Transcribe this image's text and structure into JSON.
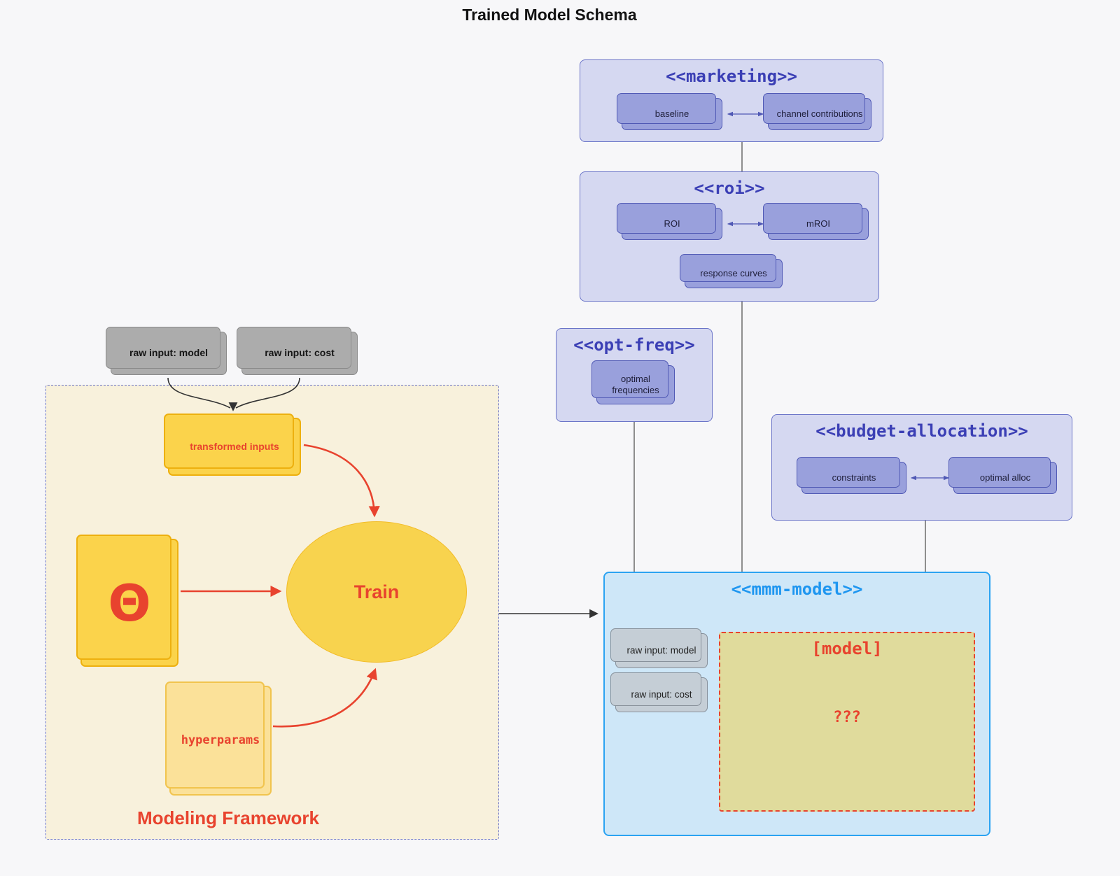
{
  "title": "Trained Model Schema",
  "colors": {
    "background": "#f7f7f9",
    "container_purple_bg": "#d5d8f1",
    "container_purple_border": "#6a74c8",
    "container_title_text": "#3b3fb5",
    "node_purple_bg": "#99a0dc",
    "node_purple_border": "#5059b5",
    "mmm_bg": "#cee7f8",
    "mmm_border": "#2ba3f2",
    "mmm_title_text": "#1e96f0",
    "framework_bg": "#f8f1dc",
    "framework_border": "#6a74c8",
    "gold_node_bg": "#fbd34b",
    "gold_node_border": "#edb00f",
    "gold_light_bg": "#fbe199",
    "gold_light_border": "#f1c44e",
    "gray_node_bg": "#acacac",
    "steel_node_bg": "#c5ced6",
    "model_box_bg": "#e0db9c",
    "accent_red": "#e8432e",
    "connector_gray": "#555555"
  },
  "containers": {
    "marketing": {
      "title": "<<marketing>>",
      "nodes": {
        "baseline": "baseline",
        "channel_contributions": "channel contributions"
      }
    },
    "roi": {
      "title": "<<roi>>",
      "nodes": {
        "roi": "ROI",
        "mroi": "mROI",
        "response_curves": "response curves"
      }
    },
    "opt_freq": {
      "title": "<<opt-freq>>",
      "nodes": {
        "optimal_frequencies": "optimal frequencies"
      }
    },
    "budget_allocation": {
      "title": "<<budget-allocation>>",
      "nodes": {
        "constraints": "constraints",
        "optimal_alloc": "optimal alloc"
      }
    },
    "mmm_model": {
      "title": "<<mmm-model>>",
      "nodes": {
        "raw_input_model": "raw input: model",
        "raw_input_cost": "raw input: cost",
        "model_box_title": "[model]",
        "model_box_question": "???"
      }
    },
    "modeling_framework": {
      "label": "Modeling Framework",
      "nodes": {
        "transformed_inputs": "transformed inputs",
        "theta": "Θ",
        "train": "Train",
        "hyperparams": "hyperparams"
      }
    }
  },
  "external_nodes": {
    "raw_input_model": "raw input: model",
    "raw_input_cost": "raw input: cost"
  }
}
